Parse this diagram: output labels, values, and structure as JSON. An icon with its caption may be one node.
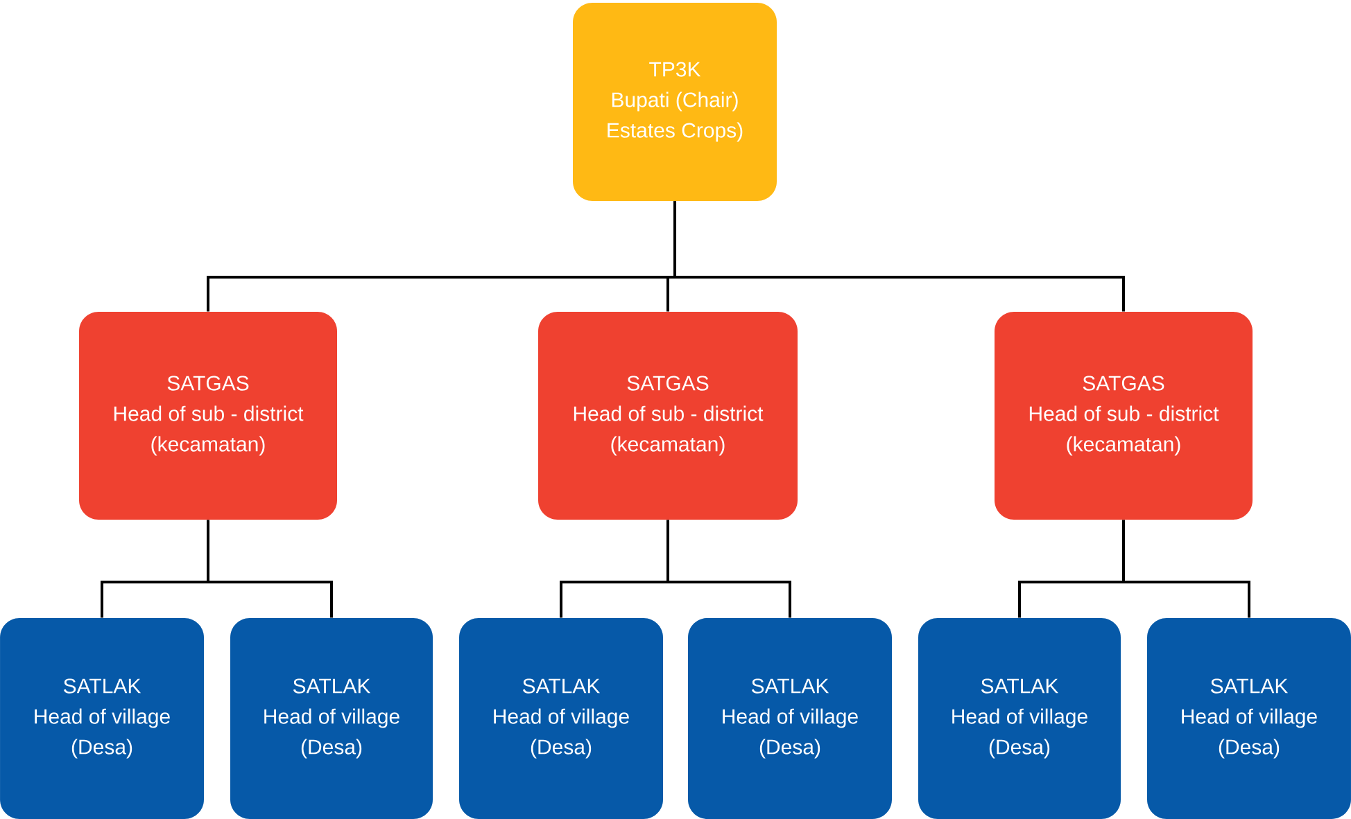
{
  "diagram": {
    "nodes": [
      {
        "text": [
          "TP3K",
          "Bupati (Chair)",
          "Estates Crops)"
        ]
      },
      {
        "text": [
          "SATGAS",
          "Head of sub - district",
          "(kecamatan)"
        ]
      },
      {
        "text": [
          "SATGAS",
          "Head of sub - district",
          "(kecamatan)"
        ]
      },
      {
        "text": [
          "SATGAS",
          "Head of sub - district",
          "(kecamatan)"
        ]
      },
      {
        "text": [
          "SATLAK",
          "Head of village",
          "(Desa)"
        ]
      },
      {
        "text": [
          "SATLAK",
          "Head of village",
          "(Desa)"
        ]
      },
      {
        "text": [
          "SATLAK",
          "Head of village",
          "(Desa)"
        ]
      },
      {
        "text": [
          "SATLAK",
          "Head of village",
          "(Desa)"
        ]
      },
      {
        "text": [
          "SATLAK",
          "Head of village",
          "(Desa)"
        ]
      },
      {
        "text": [
          "SATLAK",
          "Head of village",
          "(Desa)"
        ]
      }
    ],
    "edges": [
      {
        "from": 0,
        "to": 1,
        "arrow": "none"
      },
      {
        "from": 0,
        "to": 2,
        "arrow": "none"
      },
      {
        "from": 0,
        "to": 3,
        "arrow": "none"
      },
      {
        "from": 1,
        "to": 4,
        "arrow": "none"
      },
      {
        "from": 1,
        "to": 5,
        "arrow": "none"
      },
      {
        "from": 2,
        "to": 6,
        "arrow": "none"
      },
      {
        "from": 2,
        "to": 7,
        "arrow": "none"
      },
      {
        "from": 3,
        "to": 8,
        "arrow": "none"
      },
      {
        "from": 3,
        "to": 9,
        "arrow": "none"
      }
    ]
  }
}
